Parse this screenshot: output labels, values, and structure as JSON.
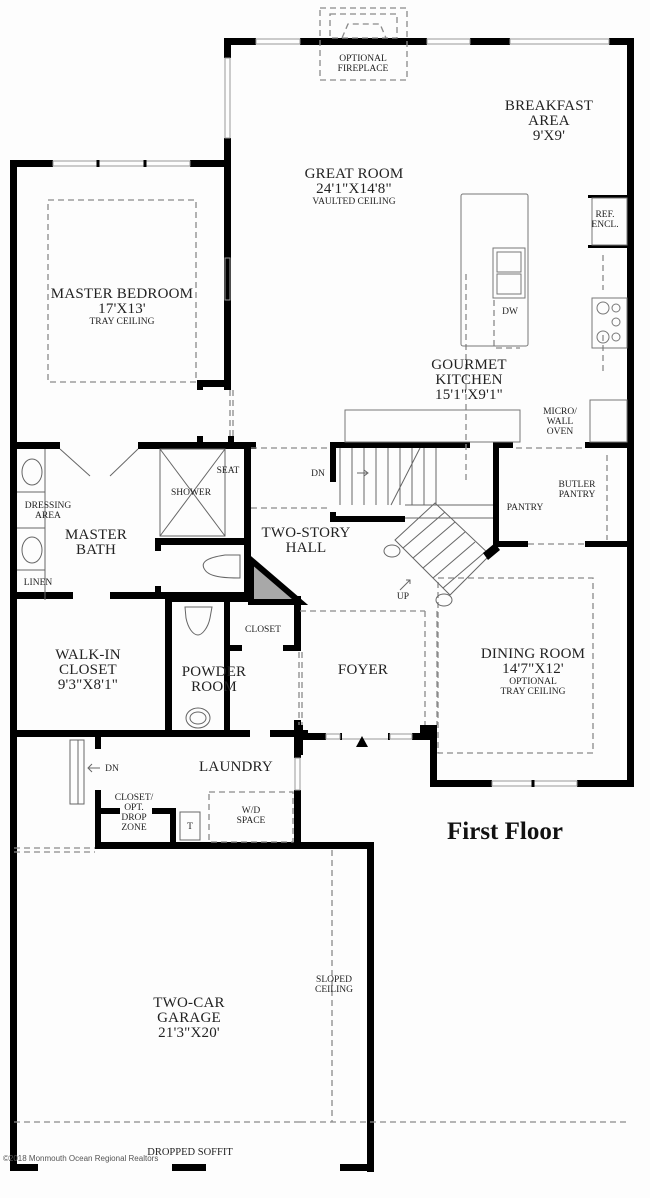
{
  "plan": {
    "title": "First Floor",
    "copyright": "©2018 Monmouth Ocean Regional Realtors",
    "colors": {
      "wall": "#000000",
      "dashed": "#8a8a8a",
      "fixture": "#777777",
      "shaded": "#a8a8a8",
      "background": "#fdfdfd"
    }
  },
  "rooms": {
    "optional_fireplace": {
      "line1": "OPTIONAL",
      "line2": "FIREPLACE"
    },
    "breakfast_area": {
      "name_line1": "BREAKFAST",
      "name_line2": "AREA",
      "dimensions": "9'X9'"
    },
    "great_room": {
      "name": "GREAT ROOM",
      "dimensions": "24'1\"X14'8\"",
      "note": "VAULTED CEILING"
    },
    "ref_encl": {
      "line1": "REF.",
      "line2": "ENCL."
    },
    "dw": {
      "label": "DW"
    },
    "gourmet_kitchen": {
      "name_line1": "GOURMET",
      "name_line2": "KITCHEN",
      "dimensions": "15'1\"X9'1\""
    },
    "micro_wall_oven": {
      "line1": "MICRO/",
      "line2": "WALL",
      "line3": "OVEN"
    },
    "master_bedroom": {
      "name": "MASTER BEDROOM",
      "dimensions": "17'X13'",
      "note": "TRAY CEILING"
    },
    "dressing_area": {
      "line1": "DRESSING",
      "line2": "AREA"
    },
    "master_bath": {
      "name_line1": "MASTER",
      "name_line2": "BATH"
    },
    "linen": {
      "label": "LINEN"
    },
    "shower": {
      "label": "SHOWER"
    },
    "seat": {
      "label": "SEAT"
    },
    "two_story_hall": {
      "name_line1": "TWO-STORY",
      "name_line2": "HALL"
    },
    "stairs_down": {
      "label": "DN"
    },
    "stairs_up": {
      "label": "UP"
    },
    "pantry": {
      "label": "PANTRY"
    },
    "butler_pantry": {
      "line1": "BUTLER",
      "line2": "PANTRY"
    },
    "walk_in_closet": {
      "name_line1": "WALK-IN",
      "name_line2": "CLOSET",
      "dimensions": "9'3\"X8'1\""
    },
    "powder_room": {
      "name_line1": "POWDER",
      "name_line2": "ROOM"
    },
    "closet": {
      "label": "CLOSET"
    },
    "foyer": {
      "name": "FOYER"
    },
    "dining_room": {
      "name": "DINING ROOM",
      "dimensions": "14'7\"X12'",
      "note_line1": "OPTIONAL",
      "note_line2": "TRAY CEILING"
    },
    "laundry": {
      "name": "LAUNDRY"
    },
    "laundry_stairs_down": {
      "label": "DN"
    },
    "closet_drop_zone": {
      "line1": "CLOSET/",
      "line2": "OPT.",
      "line3": "DROP",
      "line4": "ZONE"
    },
    "water_heater": {
      "label": "T"
    },
    "wd_space": {
      "line1": "W/D",
      "line2": "SPACE"
    },
    "garage": {
      "name_line1": "TWO-CAR",
      "name_line2": "GARAGE",
      "dimensions": "21'3\"X20'"
    },
    "sloped_ceiling": {
      "line1": "SLOPED",
      "line2": "CEILING"
    },
    "dropped_soffit": {
      "label": "DROPPED SOFFIT"
    }
  }
}
